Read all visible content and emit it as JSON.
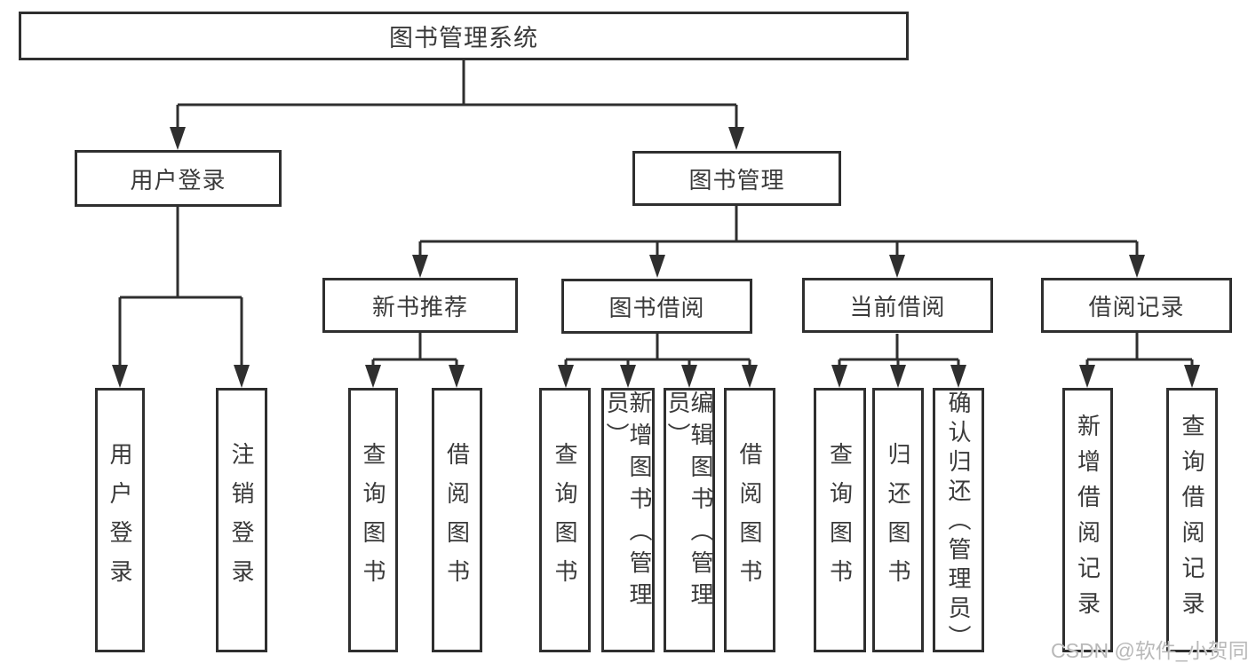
{
  "nodes": {
    "root": "图书管理系统",
    "user_login": "用户登录",
    "book_mgmt": "图书管理",
    "new_books": "新书推荐",
    "book_borrow": "图书借阅",
    "current_borrow": "当前借阅",
    "borrow_records": "借阅记录",
    "ul_children": [
      "用户登录",
      "注销登录"
    ],
    "nb_children": [
      "查询图书",
      "借阅图书"
    ],
    "bb_children": [
      "查询图书",
      "新增图书（管理员）",
      "编辑图书（管理员）",
      "借阅图书"
    ],
    "cb_children": [
      "查询图书",
      "归还图书",
      "确认归还（管理员）"
    ],
    "br_children": [
      "新增借阅记录",
      "查询借阅记录"
    ]
  },
  "watermark": "CSDN @软件_小贺同学",
  "colors": {
    "line": "#2f2f2f",
    "text": "#3a3a3a",
    "watermark": "#b9b9b9",
    "background": "#ffffff"
  }
}
